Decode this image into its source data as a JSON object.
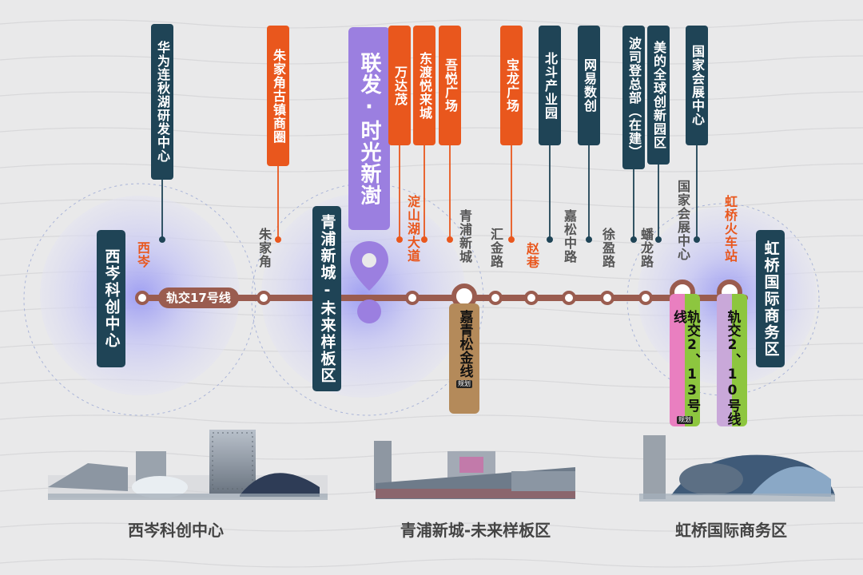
{
  "line": {
    "name": "轨交17号线",
    "color": "#9a5c4f"
  },
  "zones": {
    "xicen": "西岑科创中心",
    "qingpu": "青浦新城-未来样板区",
    "hongqiao": "虹桥国际商务区"
  },
  "stations": {
    "xicen": "西岑",
    "zhujiajiao": "朱家角",
    "dianshanhu": "淀山湖大道",
    "qingpu": "青浦新城",
    "huijin": "汇金路",
    "zhaoxiang": "赵巷",
    "jiasongzhong": "嘉松中路",
    "xuying": "徐盈路",
    "panlong": "蟠龙路",
    "guojiahuizhan": "国家会展中心",
    "hongqiao_rail": "虹桥火车站"
  },
  "landmarks": {
    "huawei": "华为连秋湖研发中心",
    "zhujiajiao_town": "朱家角古镇商圈",
    "project": "联发·时光新澍",
    "wanda": "万达茂",
    "dongdu": "东渡悦来城",
    "wuyue": "吾悦广场",
    "baolong": "宝龙广场",
    "beidou": "北斗产业园",
    "netease": "网易数创",
    "boston": "波司登总部（在建）",
    "midea": "美的全球创新园区",
    "exhibition": "国家会展中心"
  },
  "transfers": {
    "jiaqing": "嘉青松金线",
    "jiaqing_badge": "规划",
    "line2_13": "轨交2、13号线",
    "line2_13_badge": "规划",
    "line2_10": "轨交2、10号线"
  },
  "captions": {
    "left": "西岑科创中心",
    "middle": "青浦新城-未来样板区",
    "right": "虹桥国际商务区"
  },
  "colors": {
    "teal": "#1f4456",
    "orange": "#e9571d",
    "purple": "#9b7fe0",
    "line": "#9a5c4f",
    "jiaqing": "#b48a5a",
    "line2": "#8dc63f",
    "line13": "#e97fc0",
    "line10": "#c9a8d9"
  }
}
